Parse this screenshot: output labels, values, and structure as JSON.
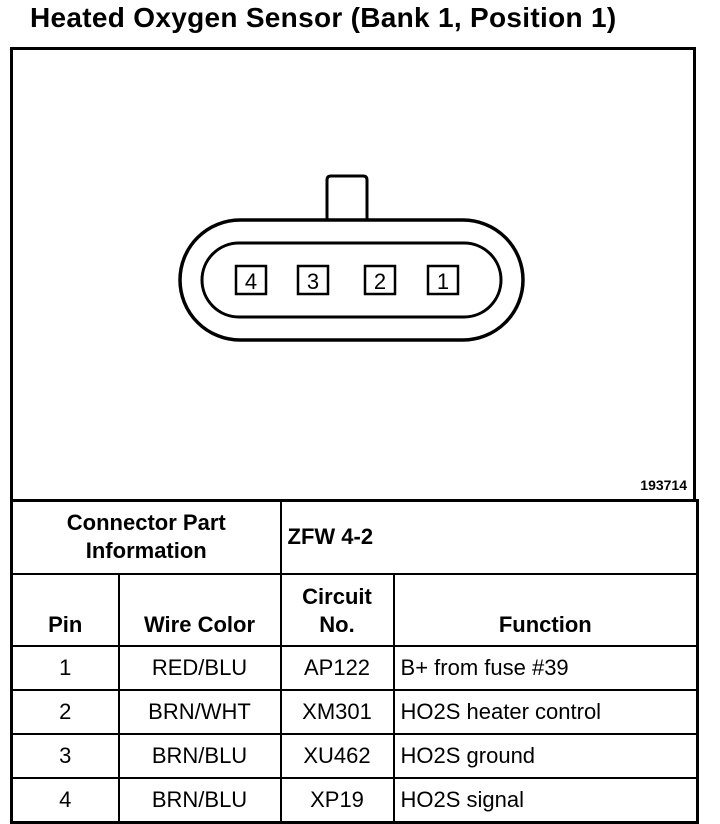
{
  "title": "Heated Oxygen Sensor (Bank 1, Position 1)",
  "figure_id": "193714",
  "connector": {
    "pins": [
      "4",
      "3",
      "2",
      "1"
    ]
  },
  "connector_info": {
    "label_line1": "Connector Part",
    "label_line2": "Information",
    "value": "ZFW 4-2"
  },
  "table": {
    "headers": {
      "pin": "Pin",
      "wire_color": "Wire Color",
      "circuit_line1": "Circuit",
      "circuit_line2": "No.",
      "function": "Function"
    },
    "rows": [
      {
        "pin": "1",
        "wire_color": "RED/BLU",
        "circuit": "AP122",
        "function": "B+ from fuse #39"
      },
      {
        "pin": "2",
        "wire_color": "BRN/WHT",
        "circuit": "XM301",
        "function": "HO2S heater control"
      },
      {
        "pin": "3",
        "wire_color": "BRN/BLU",
        "circuit": "XU462",
        "function": "HO2S ground"
      },
      {
        "pin": "4",
        "wire_color": "BRN/BLU",
        "circuit": "XP19",
        "function": "HO2S signal"
      }
    ]
  }
}
